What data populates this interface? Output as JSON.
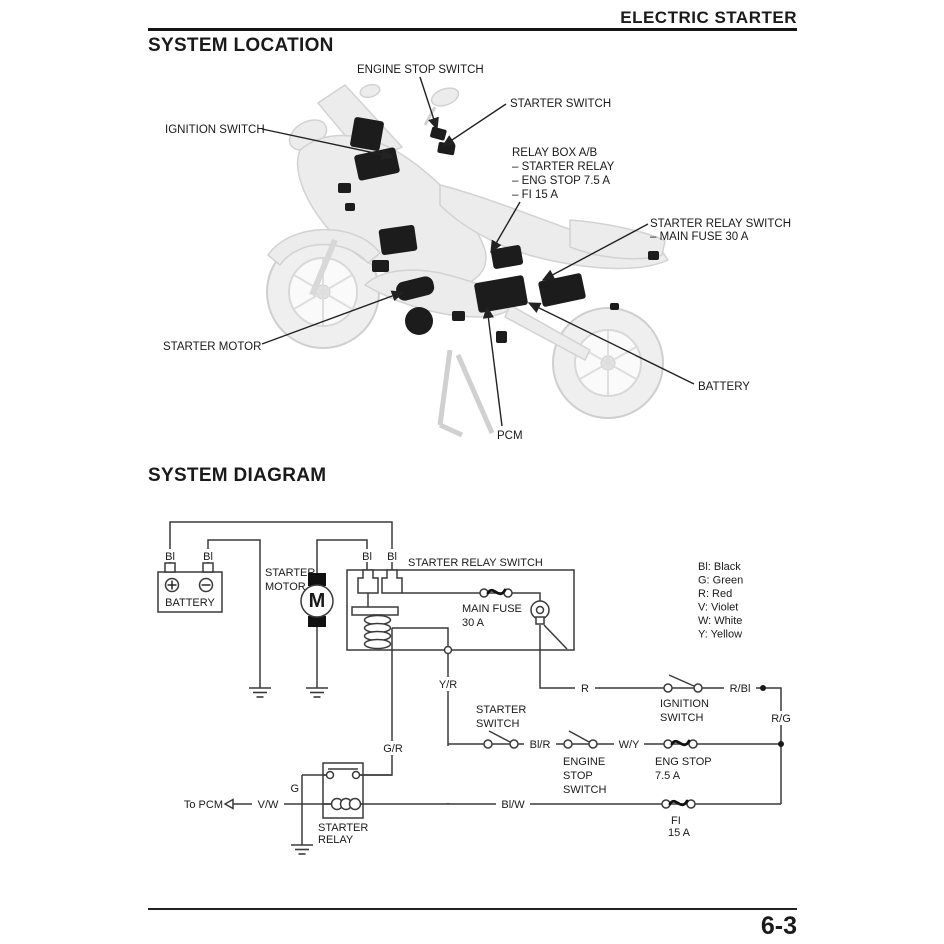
{
  "header": {
    "section_title": "ELECTRIC STARTER"
  },
  "footer": {
    "page_number": "6-3"
  },
  "colors": {
    "paper": "#ffffff",
    "ink": "#1a1a1a",
    "wire": "#3a3a3a",
    "bike_fill": "#ececec",
    "bike_stroke": "#d2d2d2",
    "component_fill": "#1c1c1c"
  },
  "location": {
    "title": "SYSTEM LOCATION",
    "labels": {
      "engine_stop_switch": "ENGINE STOP SWITCH",
      "starter_switch": "STARTER SWITCH",
      "ignition_switch": "IGNITION SWITCH",
      "relay_box": [
        "RELAY BOX A/B",
        "– STARTER RELAY",
        "– ENG STOP 7.5 A",
        "– FI 15 A"
      ],
      "starter_relay_switch": [
        "STARTER RELAY SWITCH",
        "– MAIN FUSE 30 A"
      ],
      "starter_motor": "STARTER MOTOR",
      "battery": "BATTERY",
      "pcm": "PCM"
    }
  },
  "diagram": {
    "title": "SYSTEM DIAGRAM",
    "components": {
      "battery": "BATTERY",
      "starter_motor": [
        "STARTER",
        "MOTOR"
      ],
      "motor_symbol": "M",
      "starter_relay_switch": "STARTER RELAY SWITCH",
      "main_fuse": [
        "MAIN FUSE",
        "30 A"
      ],
      "starter_switch": [
        "STARTER",
        "SWITCH"
      ],
      "ignition_switch": [
        "IGNITION",
        "SWITCH"
      ],
      "engine_stop_switch": [
        "ENGINE",
        "STOP",
        "SWITCH"
      ],
      "eng_stop_fuse": [
        "ENG STOP",
        "7.5 A"
      ],
      "fi_fuse": [
        "FI",
        "15 A"
      ],
      "starter_relay": [
        "STARTER",
        "RELAY"
      ],
      "to_pcm": "To PCM"
    },
    "wires": {
      "bl": "Bl",
      "yr": "Y/R",
      "r": "R",
      "rbl": "R/Bl",
      "rg": "R/G",
      "gr": "G/R",
      "blr": "Bl/R",
      "wy": "W/Y",
      "g": "G",
      "vw": "V/W",
      "blw": "Bl/W"
    },
    "legend": [
      "Bl: Black",
      "G: Green",
      "R: Red",
      "V: Violet",
      "W: White",
      "Y: Yellow"
    ]
  }
}
